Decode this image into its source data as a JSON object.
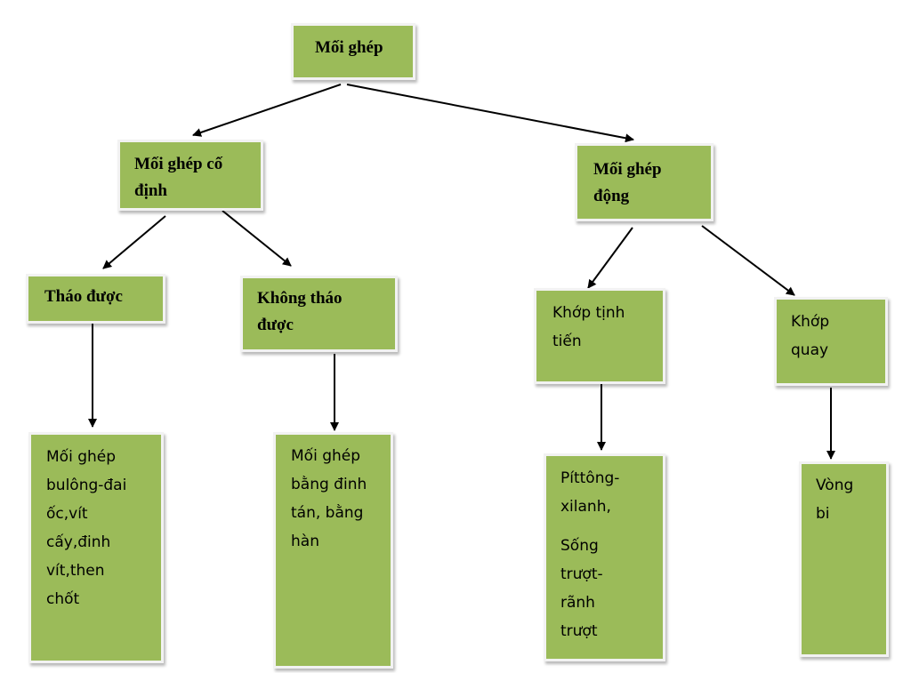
{
  "diagram": {
    "root": "Mối ghép",
    "fixed": "Mối ghép cố\nđịnh",
    "moving": "Mối ghép\nđộng",
    "removable": "Tháo được",
    "non_removable": "Không tháo\nđược",
    "prismatic_joint": "Khớp tịnh\ntiến",
    "revolute_joint": "Khớp\nquay",
    "removable_examples": "Mối ghép\nbulông-đai\nốc,vít\ncấy,đinh\nvít,then\nchốt",
    "non_removable_examples": "Mối ghép\nbằng đinh\ntán, bằng\nhàn",
    "prismatic_examples_1": "Píttông-\nxilanh,",
    "prismatic_examples_2": "Sống\ntrượt-\nrãnh\ntrượt",
    "revolute_examples": "Vòng\nbi"
  },
  "colors": {
    "box_fill": "#9bbb59",
    "box_border": "#f2f2f2",
    "arrow": "#000000"
  }
}
